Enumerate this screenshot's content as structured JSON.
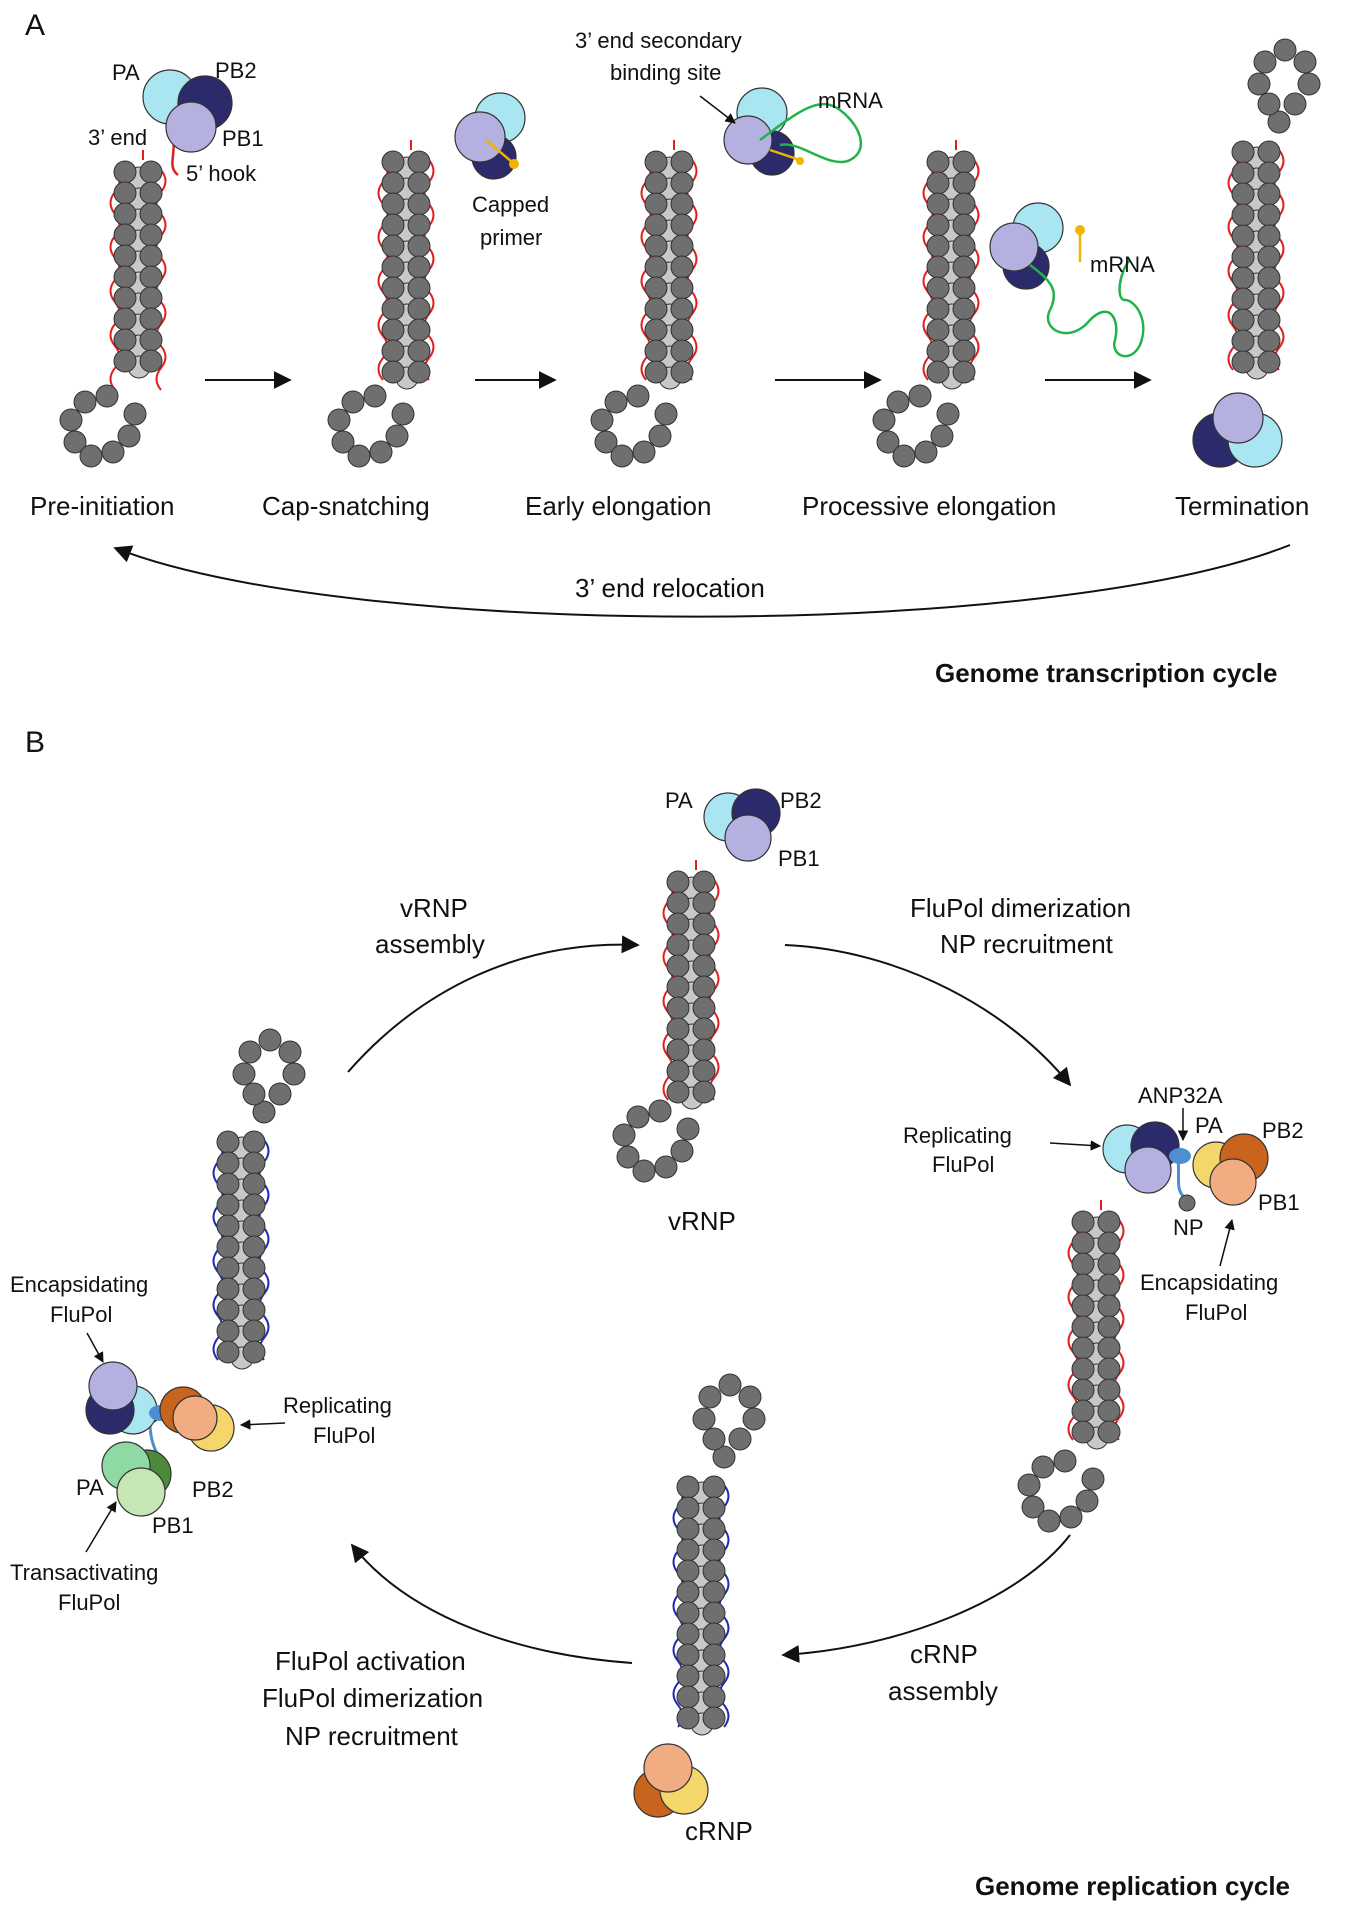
{
  "panel_a": {
    "letter": "A",
    "cycle_title": "Genome transcription cycle",
    "stages": [
      "Pre-initiation",
      "Cap-snatching",
      "Early elongation",
      "Processive elongation",
      "Termination"
    ],
    "relocation_label": "3’ end relocation",
    "labels": {
      "pa": "PA",
      "pb2": "PB2",
      "pb1": "PB1",
      "three_end": "3’ end",
      "five_hook": "5’ hook",
      "capped_primer_1": "Capped",
      "capped_primer_2": "primer",
      "secondary_1": "3’ end secondary",
      "secondary_2": "binding site",
      "mrna": "mRNA"
    }
  },
  "panel_b": {
    "letter": "B",
    "cycle_title": "Genome replication cycle",
    "vrnp": "vRNP",
    "crnp": "cRNP",
    "vrnp_assembly": [
      "vRNP",
      "assembly"
    ],
    "dimerization_top": [
      "FluPol dimerization",
      "NP recruitment"
    ],
    "crnp_assembly": [
      "cRNP",
      "assembly"
    ],
    "activation": [
      "FluPol activation",
      "FluPol dimerization",
      "NP recruitment"
    ],
    "labels": {
      "pa": "PA",
      "pb2": "PB2",
      "pb1": "PB1",
      "np": "NP",
      "anp32a": "ANP32A",
      "replicating_1": "Replicating",
      "replicating_2": "FluPol",
      "encaps_1": "Encapsidating",
      "encaps_2": "FluPol",
      "transact_1": "Transactivating",
      "transact_2": "FluPol"
    }
  },
  "colors": {
    "np_dark": "#6f6f6f",
    "np_light": "#c8c8c8",
    "pa_v": "#a9e6f2",
    "pb2_v": "#2b2a6b",
    "pb1_v": "#b4b0e0",
    "pa_c": "#f5d66a",
    "pb2_c": "#c8641e",
    "pb1_c": "#f2ac82",
    "pa_t": "#8ed9a4",
    "pb2_t": "#4c8a3a",
    "pb1_t": "#c6e6b4",
    "vrna": "#e02020",
    "crna": "#1f2bb0",
    "mrna": "#22b24a",
    "primer": "#f0b400",
    "anp32a": "#4f8fd0"
  }
}
